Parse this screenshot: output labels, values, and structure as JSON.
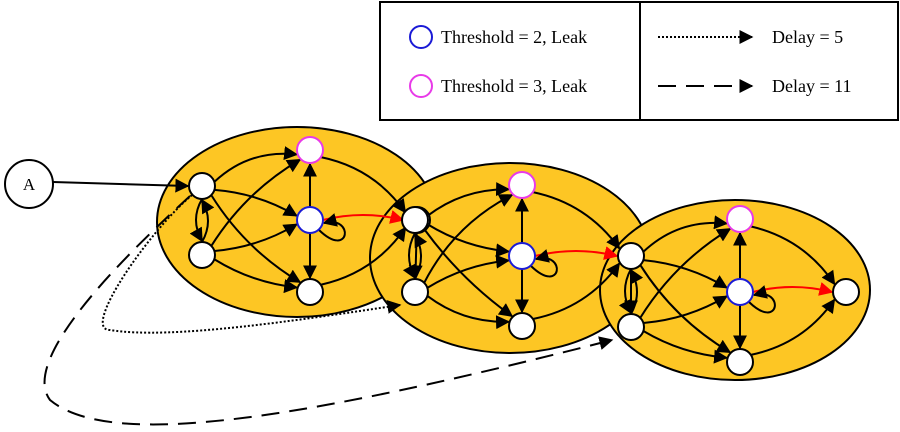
{
  "legend": {
    "threshold2": {
      "label": "Threshold = 2, Leak",
      "color": "#1a1ad6"
    },
    "threshold3": {
      "label": "Threshold = 3, Leak",
      "color": "#e83ae8"
    },
    "delay5": {
      "label": "Delay = 5",
      "style": "dotted"
    },
    "delay11": {
      "label": "Delay = 11",
      "style": "dashed"
    }
  },
  "input_node": {
    "label": "A"
  },
  "colors": {
    "cluster_fill": "#fdc624",
    "edge": "#000000",
    "highlight_edge": "#ff0000",
    "plain_node": "#000000"
  },
  "clusters": [
    {
      "id": "cluster-1"
    },
    {
      "id": "cluster-2"
    },
    {
      "id": "cluster-3"
    }
  ]
}
